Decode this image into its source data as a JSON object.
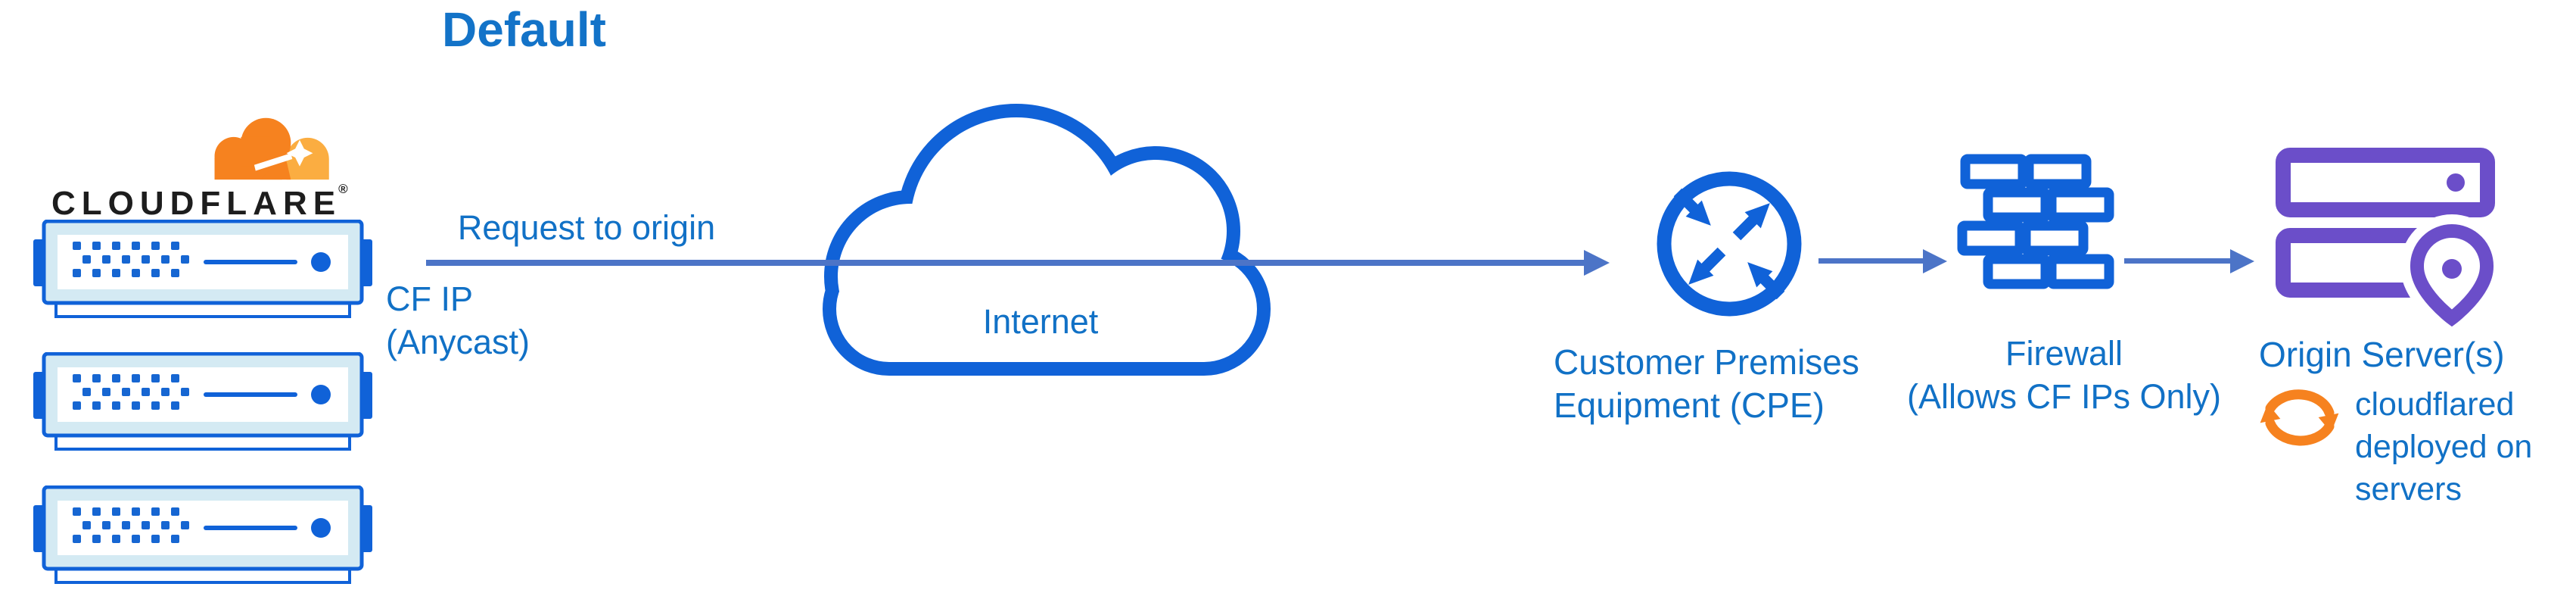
{
  "title": "Default",
  "colors": {
    "title_blue": "#1373C8",
    "label_blue": "#1171C6",
    "icon_blue": "#1062D8",
    "arrow_blue": "#4C74C7",
    "server_panel_fill": "#D4EAF3",
    "origin_purple": "#6B4EC9",
    "cloudflare_orange": "#F6821F",
    "cloudflare_orange_light": "#FBAD41",
    "wordmark_black": "#1D1D1D"
  },
  "cloudflare_edge": {
    "logo_icon": "cloudflare-cloud-logo-icon",
    "wordmark": "CLOUDFLARE",
    "registered_mark": "®",
    "server_icon": "rack-server-icon",
    "server_count": 3
  },
  "request_flow": {
    "arrow_label": "Request to origin",
    "source_note": {
      "line1": "CF IP",
      "line2": "(Anycast)"
    }
  },
  "internet": {
    "icon": "cloud-outline-icon",
    "label": "Internet"
  },
  "cpe": {
    "icon": "router-arrows-icon",
    "label": {
      "line1": "Customer Premises",
      "line2": "Equipment (CPE)"
    }
  },
  "firewall": {
    "icon": "brick-wall-icon",
    "label": {
      "line1": "Firewall",
      "line2": "(Allows CF IPs Only)"
    }
  },
  "origin": {
    "icon": "origin-server-location-icon",
    "label": "Origin Server(s)",
    "note": {
      "icon": "sync-arrows-icon",
      "line1": "cloudflared",
      "line2": "deployed on",
      "line3": "servers"
    }
  }
}
